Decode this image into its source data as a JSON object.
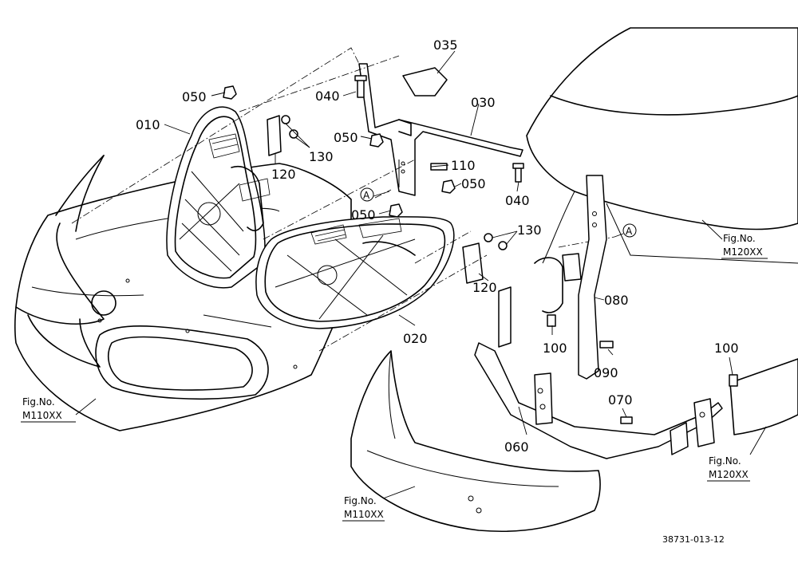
{
  "callouts": {
    "p010": "010",
    "p020": "020",
    "p030": "030",
    "p035": "035",
    "p040a": "040",
    "p040b": "040",
    "p050a": "050",
    "p050b": "050",
    "p050c": "050",
    "p050d": "050",
    "p060": "060",
    "p070": "070",
    "p080": "080",
    "p090": "090",
    "p100a": "100",
    "p100b": "100",
    "p110": "110",
    "p120a": "120",
    "p120b": "120",
    "p130a": "130",
    "p130b": "130"
  },
  "markers": {
    "a1": "A",
    "a2": "A"
  },
  "figure_refs": {
    "ref1": {
      "title": "Fig.No.",
      "code": "M110XX"
    },
    "ref2": {
      "title": "Fig.No.",
      "code": "M110XX"
    },
    "ref3": {
      "title": "Fig.No.",
      "code": "M120XX"
    },
    "ref4": {
      "title": "Fig.No.",
      "code": "M120XX"
    }
  },
  "drawing_code": "38731-013-12"
}
